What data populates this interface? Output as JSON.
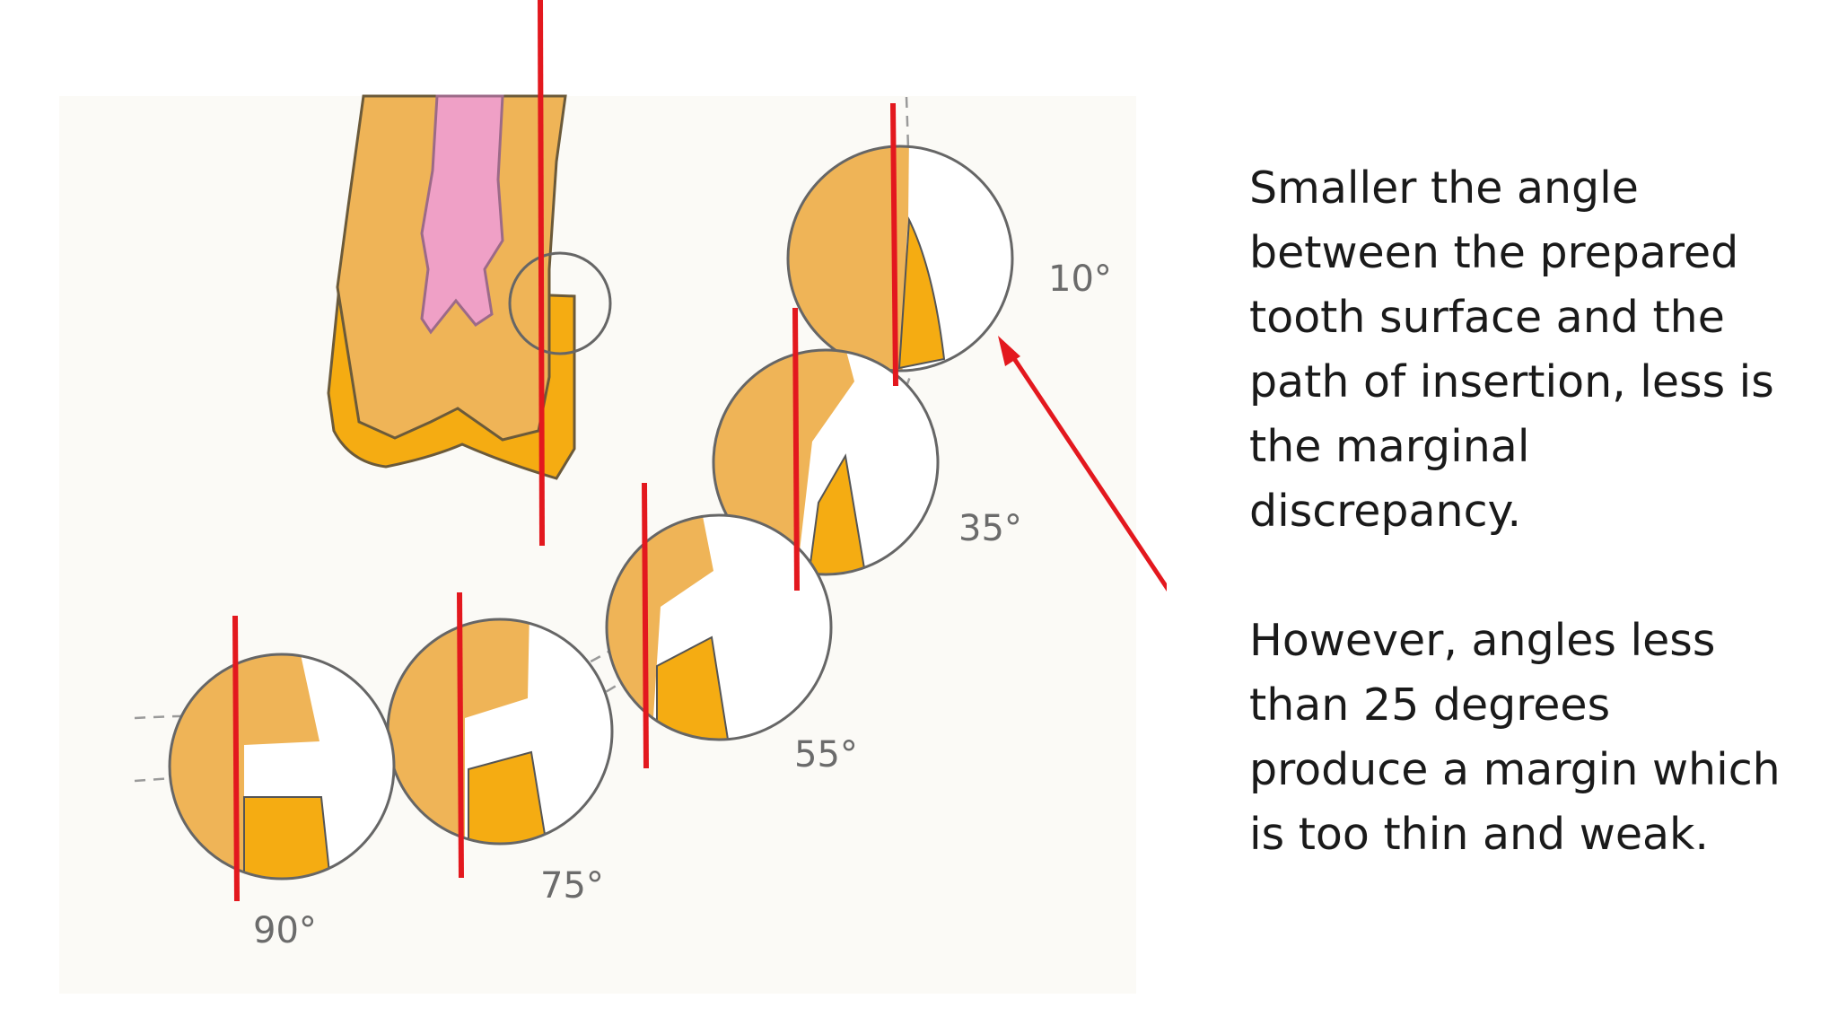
{
  "diagram": {
    "angle_labels": [
      "10°",
      "35°",
      "55°",
      "75°",
      "90°"
    ],
    "colors": {
      "tooth": "#EFB457",
      "restoration": "#F5AC12",
      "pulp": "#EFA0C6",
      "guide_line": "#E3181E",
      "outline": "#555555"
    }
  },
  "text": {
    "paragraph_1": "Smaller the angle between the prepared tooth surface and the path of insertion, less is the marginal discrepancy.",
    "paragraph_2": "However, angles less than 25 degrees produce a margin which is too thin and weak."
  }
}
